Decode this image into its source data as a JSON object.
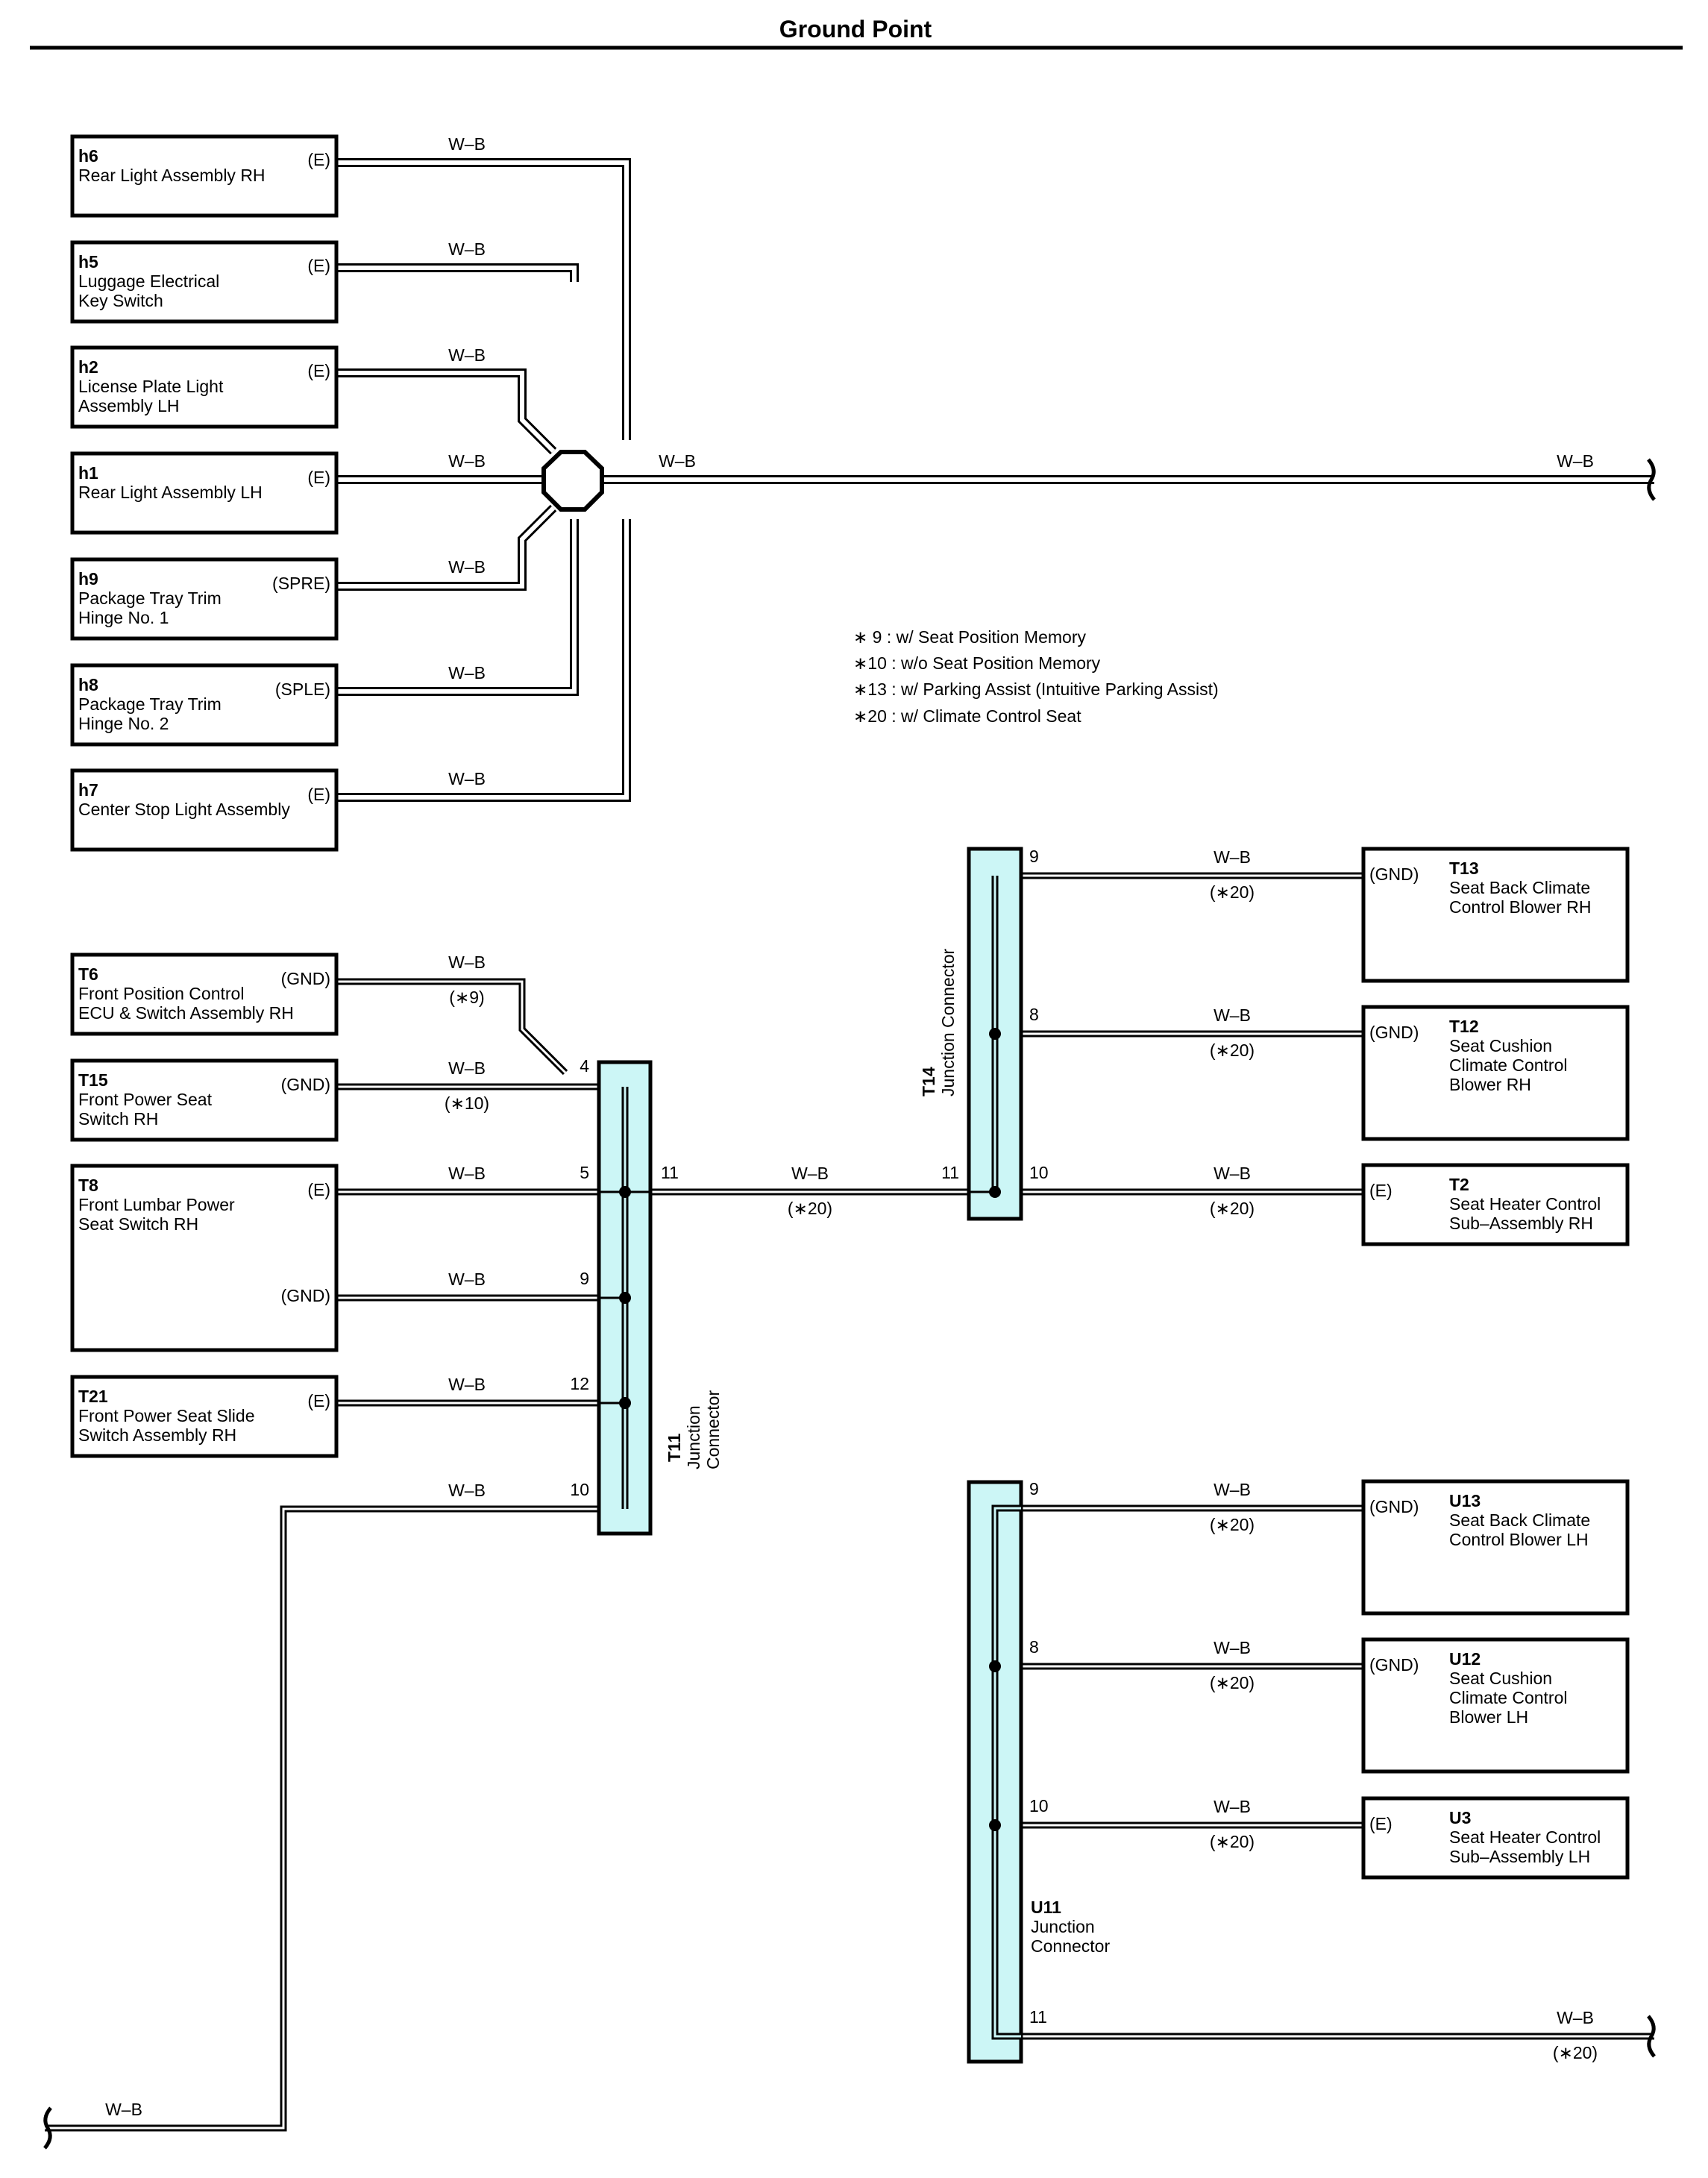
{
  "title": "Ground Point",
  "wire_color": "W–B",
  "connectors": {
    "h6": {
      "id": "h6",
      "name1": "Rear Light Assembly RH",
      "name2": "",
      "pin": "(E)"
    },
    "h5": {
      "id": "h5",
      "name1": "Luggage Electrical",
      "name2": "Key Switch",
      "pin": "(E)"
    },
    "h2": {
      "id": "h2",
      "name1": "License Plate Light",
      "name2": "Assembly LH",
      "pin": "(E)"
    },
    "h1": {
      "id": "h1",
      "name1": "Rear Light Assembly LH",
      "name2": "",
      "pin": "(E)"
    },
    "h9": {
      "id": "h9",
      "name1": "Package Tray Trim",
      "name2": "Hinge No.  1",
      "pin": "(SPRE)"
    },
    "h8": {
      "id": "h8",
      "name1": "Package Tray Trim",
      "name2": "Hinge No.  2",
      "pin": "(SPLE)"
    },
    "h7": {
      "id": "h7",
      "name1": "Center Stop Light Assembly",
      "name2": "",
      "pin": "(E)"
    },
    "T6": {
      "id": "T6",
      "name1": "Front Position Control",
      "name2": "ECU & Switch Assembly RH",
      "pin": "(GND)",
      "note": "(∗9)"
    },
    "T15": {
      "id": "T15",
      "name1": "Front Power Seat",
      "name2": "Switch RH",
      "pin": "(GND)",
      "note": "(∗10)"
    },
    "T8": {
      "id": "T8",
      "name1": "Front Lumbar Power",
      "name2": "Seat Switch RH",
      "pin": "(E)",
      "pin2": "(GND)"
    },
    "T21": {
      "id": "T21",
      "name1": "Front Power Seat Slide",
      "name2": "Switch Assembly RH",
      "pin": "(E)"
    },
    "T13": {
      "id": "T13",
      "name1": "Seat Back Climate",
      "name2": "Control Blower RH",
      "name3": "",
      "pin": "(GND)"
    },
    "T12": {
      "id": "T12",
      "name1": "Seat Cushion",
      "name2": "Climate Control",
      "name3": "Blower RH",
      "pin": "(GND)"
    },
    "T2": {
      "id": "T2",
      "name1": "Seat Heater Control",
      "name2": "Sub–Assembly RH",
      "name3": "",
      "pin": "(E)"
    },
    "U13": {
      "id": "U13",
      "name1": "Seat Back Climate",
      "name2": "Control Blower LH",
      "name3": "",
      "pin": "(GND)"
    },
    "U12": {
      "id": "U12",
      "name1": "Seat Cushion",
      "name2": "Climate Control",
      "name3": "Blower LH",
      "pin": "(GND)"
    },
    "U3": {
      "id": "U3",
      "name1": "Seat Heater Control",
      "name2": "Sub–Assembly LH",
      "name3": "",
      "pin": "(E)"
    }
  },
  "junctions": {
    "T11": {
      "id": "T11",
      "line1": "Junction",
      "line2": "Connector",
      "pins": [
        "4",
        "5",
        "9",
        "12",
        "10",
        "11"
      ]
    },
    "T14": {
      "id": "T14",
      "line1": "Junction Connector",
      "pins": [
        "9",
        "8",
        "10",
        "11"
      ]
    },
    "U11": {
      "id": "U11",
      "line1": "Junction",
      "line2": "Connector",
      "pins": [
        "9",
        "8",
        "10",
        "11"
      ]
    }
  },
  "note_20": "(∗20)",
  "legend": [
    "∗ 9 : w/ Seat Position Memory",
    "∗10 : w/o Seat Position Memory",
    "∗13 : w/ Parking Assist (Intuitive Parking Assist)",
    "∗20 : w/ Climate Control Seat"
  ]
}
